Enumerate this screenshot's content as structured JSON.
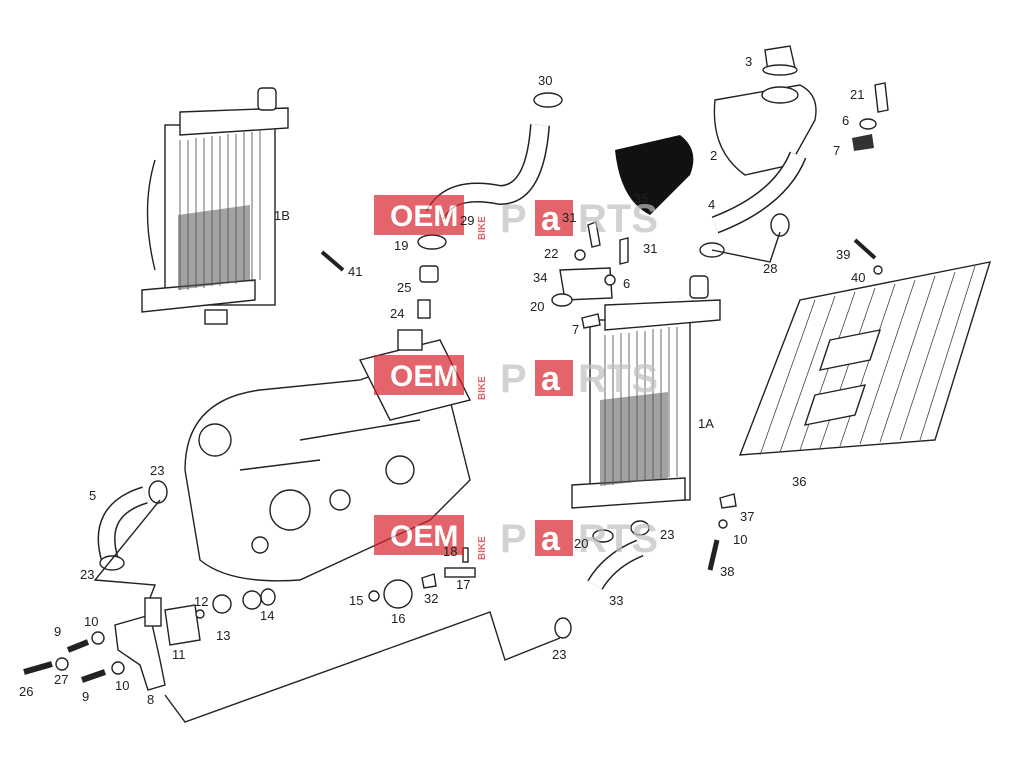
{
  "diagram": {
    "part_labels": {
      "p1A": "1A",
      "p1B": "1B",
      "p2": "2",
      "p3": "3",
      "p4": "4",
      "p5": "5",
      "p6a": "6",
      "p6b": "6",
      "p7a": "7",
      "p7b": "7",
      "p8": "8",
      "p9a": "9",
      "p9b": "9",
      "p10a": "10",
      "p10b": "10",
      "p10c": "10",
      "p11": "11",
      "p12": "12",
      "p13": "13",
      "p14": "14",
      "p15": "15",
      "p16": "16",
      "p17": "17",
      "p18": "18",
      "p19": "19",
      "p20a": "20",
      "p20b": "20",
      "p21": "21",
      "p22": "22",
      "p23a": "23",
      "p23b": "23",
      "p23c": "23",
      "p23d": "23",
      "p24": "24",
      "p25": "25",
      "p26": "26",
      "p27": "27",
      "p28": "28",
      "p29": "29",
      "p30": "30",
      "p31a": "31",
      "p31b": "31",
      "p32": "32",
      "p33": "33",
      "p34": "34",
      "p35": "35",
      "p36": "36",
      "p37": "37",
      "p38": "38",
      "p39": "39",
      "p40": "40",
      "p41": "41"
    },
    "watermark": {
      "oem": "OEM",
      "bike": "BIKE",
      "parts_p": "P",
      "parts_a": "a",
      "parts_rts": "RTS"
    },
    "colors": {
      "line": "#222222",
      "watermark_red": "#d9232e",
      "watermark_grey": "#bfbfbf"
    }
  }
}
